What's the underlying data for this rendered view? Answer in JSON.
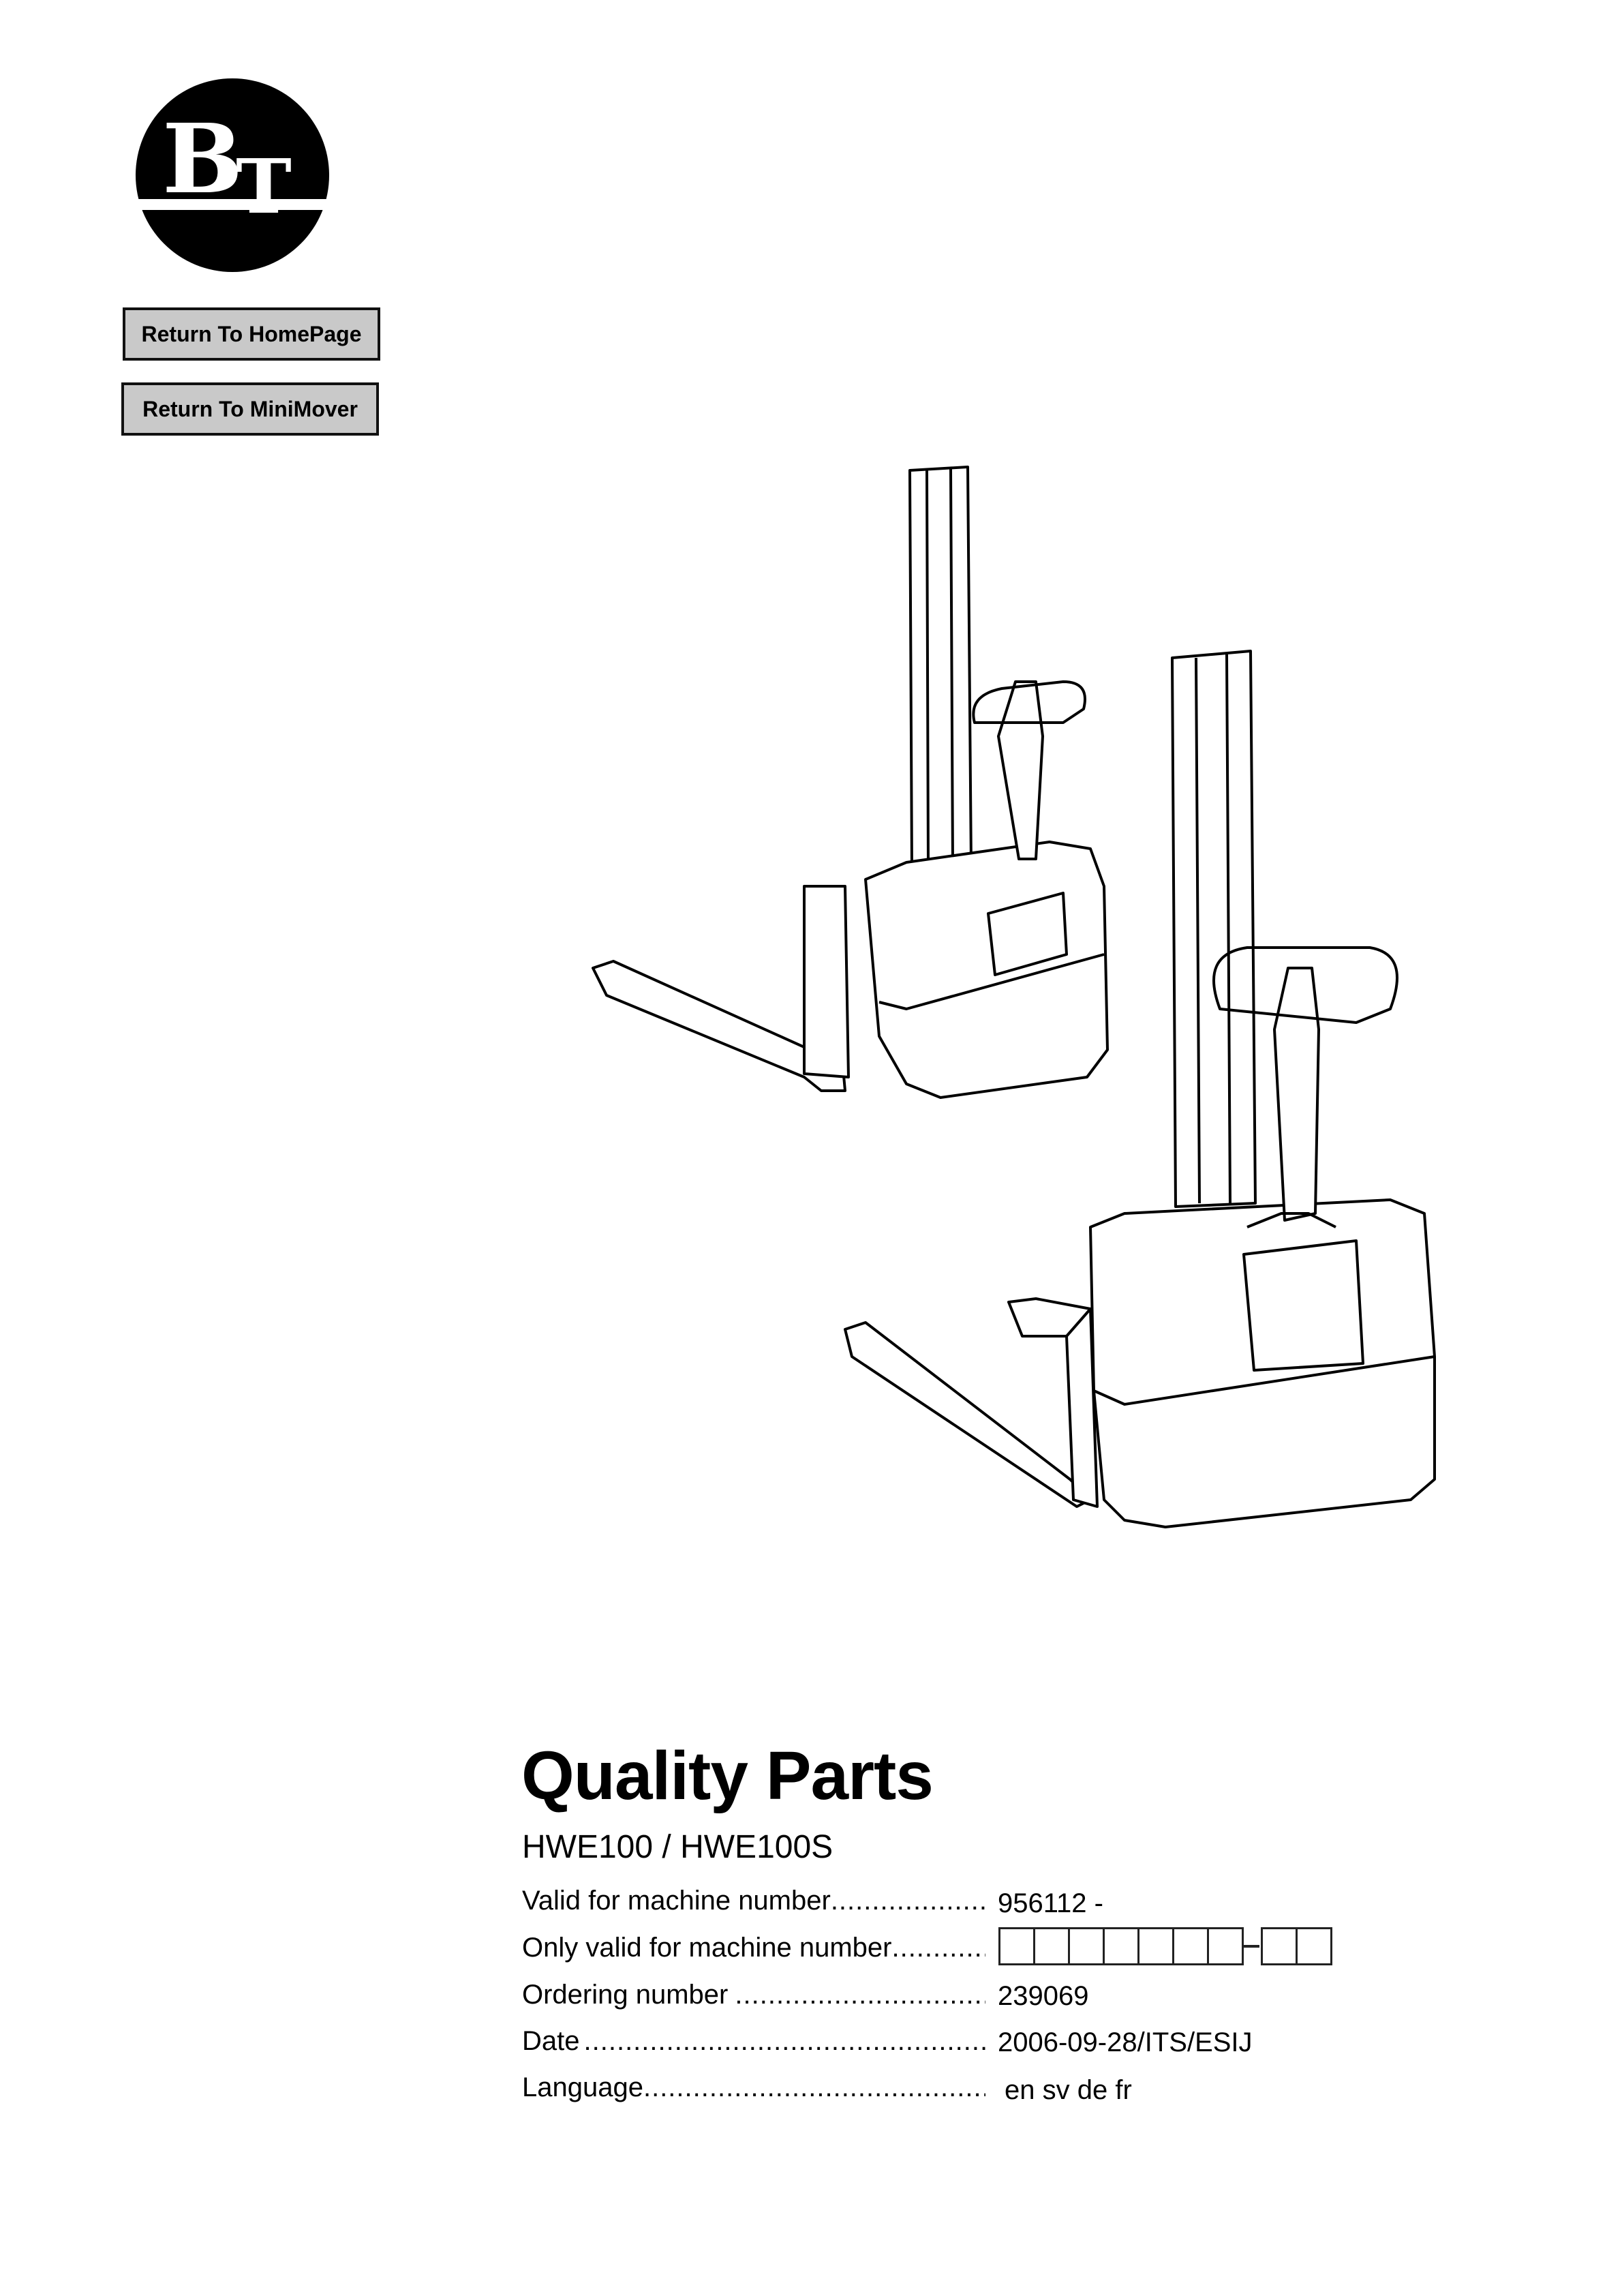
{
  "logo": {
    "text": "BT"
  },
  "buttons": {
    "home": "Return To HomePage",
    "minimover": "Return To MiniMover"
  },
  "document": {
    "title": "Quality Parts",
    "models": "HWE100 / HWE100S",
    "fields": [
      {
        "label": "Valid for machine number",
        "value": "956112 -"
      },
      {
        "label": "Only valid for machine number",
        "value": ""
      },
      {
        "label": "Ordering number",
        "value": "239069"
      },
      {
        "label": "Date",
        "value": "2006-09-28/ITS/ESIJ"
      },
      {
        "label": "Language",
        "value": "en sv de fr"
      }
    ],
    "machine_number_boxes": {
      "before_dash": 7,
      "after_dash": 2
    }
  }
}
